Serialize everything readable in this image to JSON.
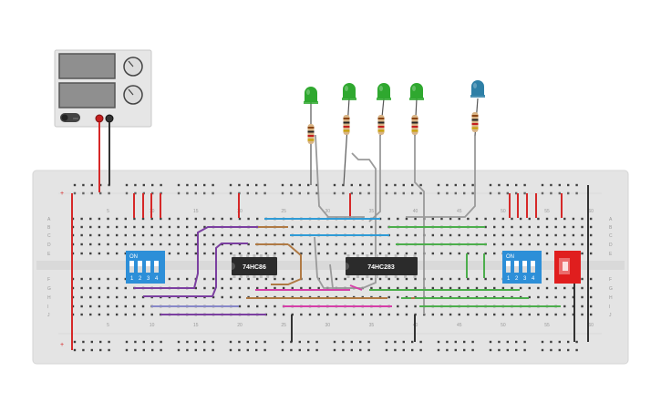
{
  "chips": [
    {
      "label": "74HC86"
    },
    {
      "label": "74HC283"
    }
  ],
  "dip_switches": [
    {
      "on_label": "ON",
      "numbers": [
        "1",
        "2",
        "3",
        "4"
      ]
    },
    {
      "on_label": "ON",
      "numbers": [
        "1",
        "2",
        "3",
        "4"
      ]
    }
  ],
  "column_numbers": [
    "5",
    "10",
    "15",
    "20",
    "25",
    "30",
    "35",
    "40",
    "45",
    "50",
    "55",
    "60"
  ],
  "row_letters_top": [
    "A",
    "B",
    "C",
    "D",
    "E"
  ],
  "row_letters_bottom": [
    "F",
    "G",
    "H",
    "I",
    "J"
  ],
  "power_supply": {
    "button_label": "OFF"
  },
  "leds": [
    {
      "color": "#2fa82f"
    },
    {
      "color": "#2fa82f"
    },
    {
      "color": "#2fa82f"
    },
    {
      "color": "#2fa82f"
    },
    {
      "color": "#2e7fa6"
    }
  ],
  "colors": {
    "board": "#e4e4e4",
    "red_wire": "#d62828",
    "black_wire": "#333333",
    "purple_wire": "#7b3fa0",
    "blue_wire": "#2f9bd6",
    "green_wire": "#4cae4c",
    "brown_wire": "#b07a44",
    "pink_wire": "#d63fa8",
    "grey_wire": "#9a9a9a",
    "dip_blue": "#2d8fd8",
    "slide_switch_red": "#e01e1e"
  }
}
